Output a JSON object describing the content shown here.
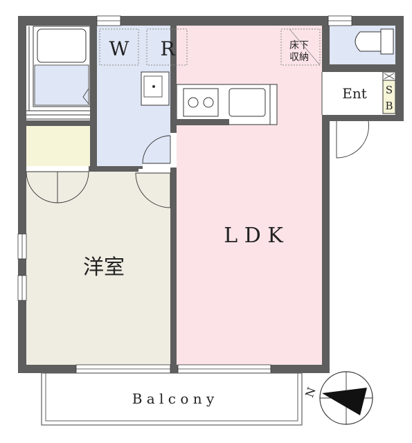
{
  "labels": {
    "washroom": "W",
    "refrigerator": "R",
    "underfloor_storage_line1": "床下",
    "underfloor_storage_line2": "収納",
    "entrance": "Ent",
    "shoe_box_line1": "S",
    "shoe_box_line2": "B",
    "ldk": "L D K",
    "western_room": "洋室",
    "balcony": "B a l c o n y",
    "north": "N"
  },
  "colors": {
    "wall": "#5e5e5e",
    "ldk_floor": "#fbe3e7",
    "western_room_floor": "#efede2",
    "wet_area_floor": "#dfe6f5",
    "closet_floor": "#f7f5d8",
    "compass_arrow": "#111111"
  }
}
